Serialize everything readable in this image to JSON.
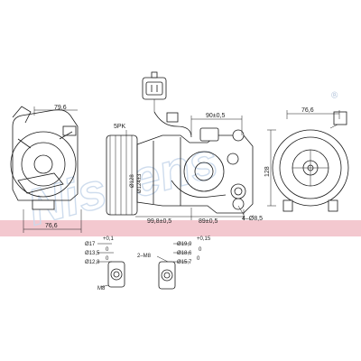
{
  "watermark": {
    "text": "Nissens",
    "registered": "®",
    "color": "#c9d9ec"
  },
  "band_color": "#f3c8cf",
  "dimensions": {
    "left_width": "79,6",
    "left_bottom": "76,6",
    "right_width": "76,6",
    "right_height": "128",
    "pulley_grooves": "5PK",
    "pulley_diameter": "Ø128",
    "pulley_inner": "Ø124±3",
    "top_mount": "90±0,5",
    "length_main": "99,8±0,5",
    "length_side": "89±0,5",
    "holes": "4–Ø8,5"
  },
  "fittings": {
    "left": {
      "d1": "Ø17",
      "d1_tol": "+0,1",
      "d2": "Ø13,5",
      "d2_tol": "0",
      "d3": "Ø12,8",
      "d3_tol": "0",
      "thread": "M8"
    },
    "right": {
      "thread": "2–M8",
      "d1": "Ø19,9",
      "d1_tol": "+0,15",
      "d2": "Ø18,6",
      "d2_tol": "0",
      "d3": "Ø15,7",
      "d3_tol": "0"
    }
  }
}
